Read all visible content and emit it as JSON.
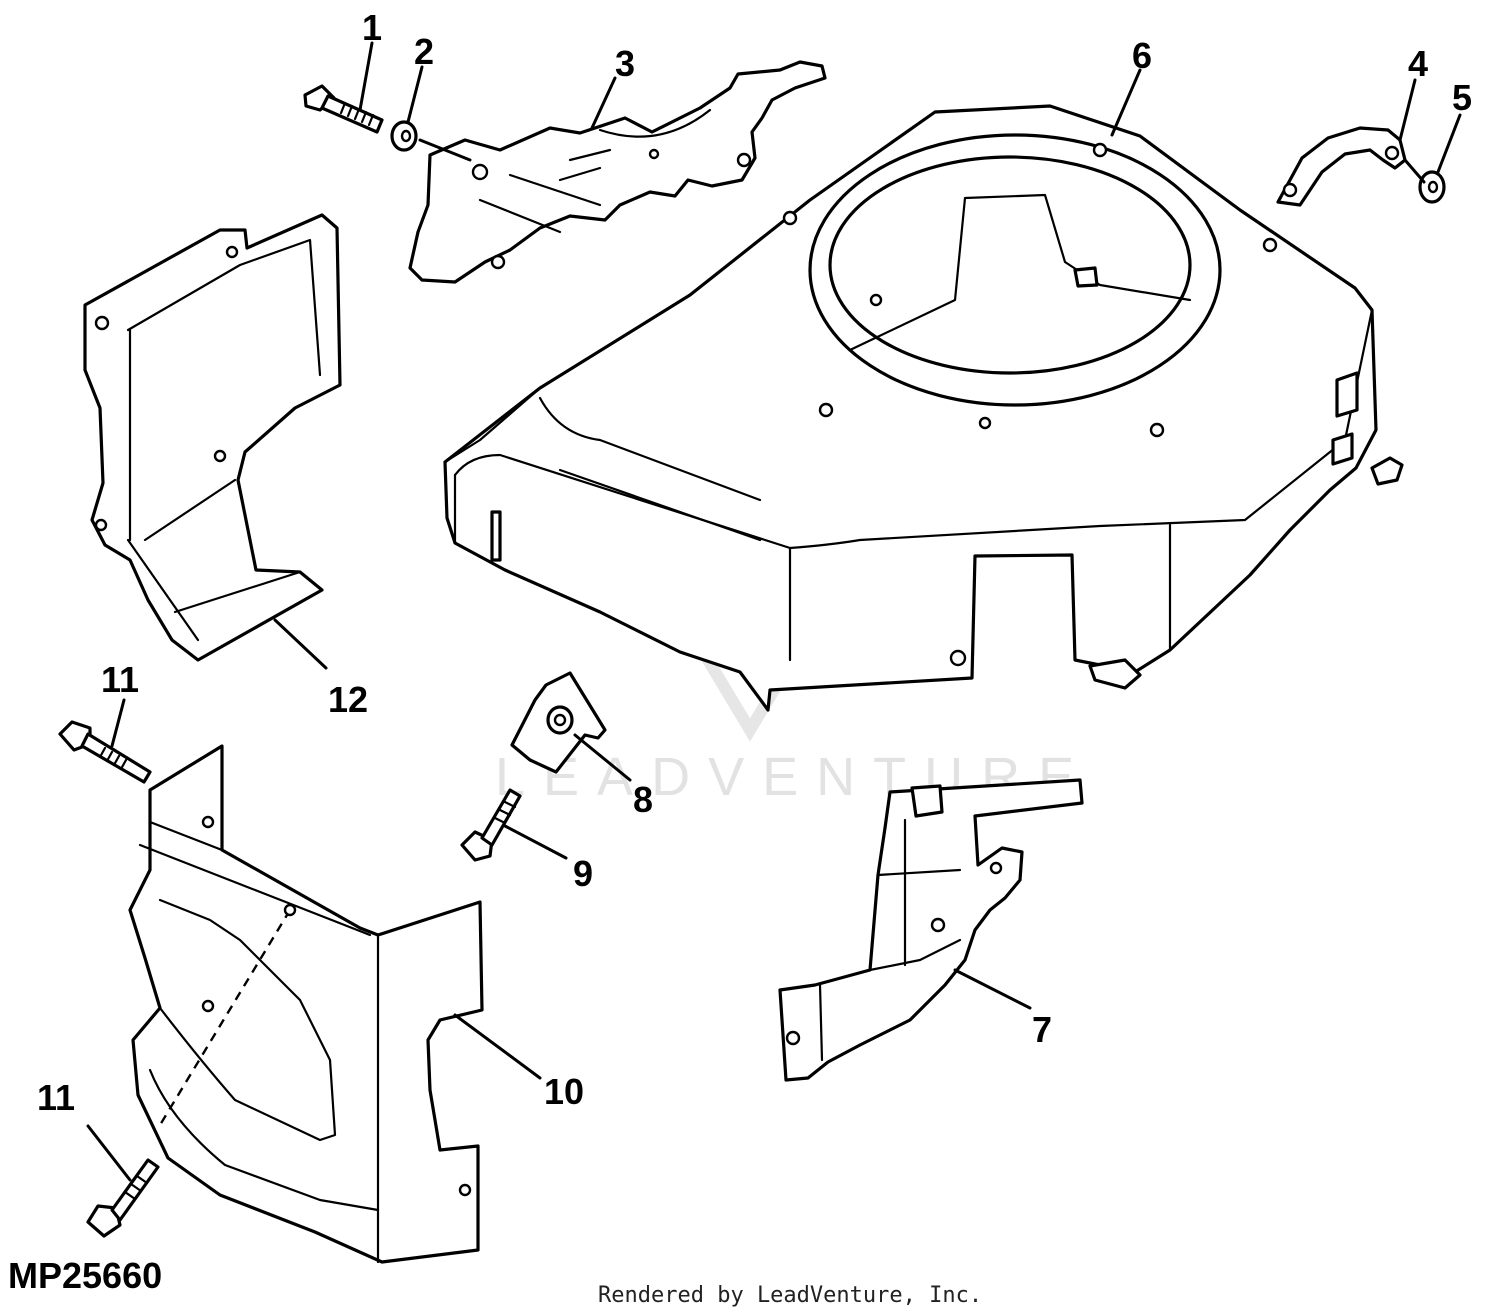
{
  "diagram": {
    "callouts": [
      "1",
      "2",
      "3",
      "4",
      "5",
      "6",
      "7",
      "8",
      "9",
      "10",
      "11",
      "11",
      "12"
    ],
    "figure_code": "MP25660",
    "credit": "Rendered by LeadVenture, Inc.",
    "watermark": "LEADVENTURE"
  }
}
